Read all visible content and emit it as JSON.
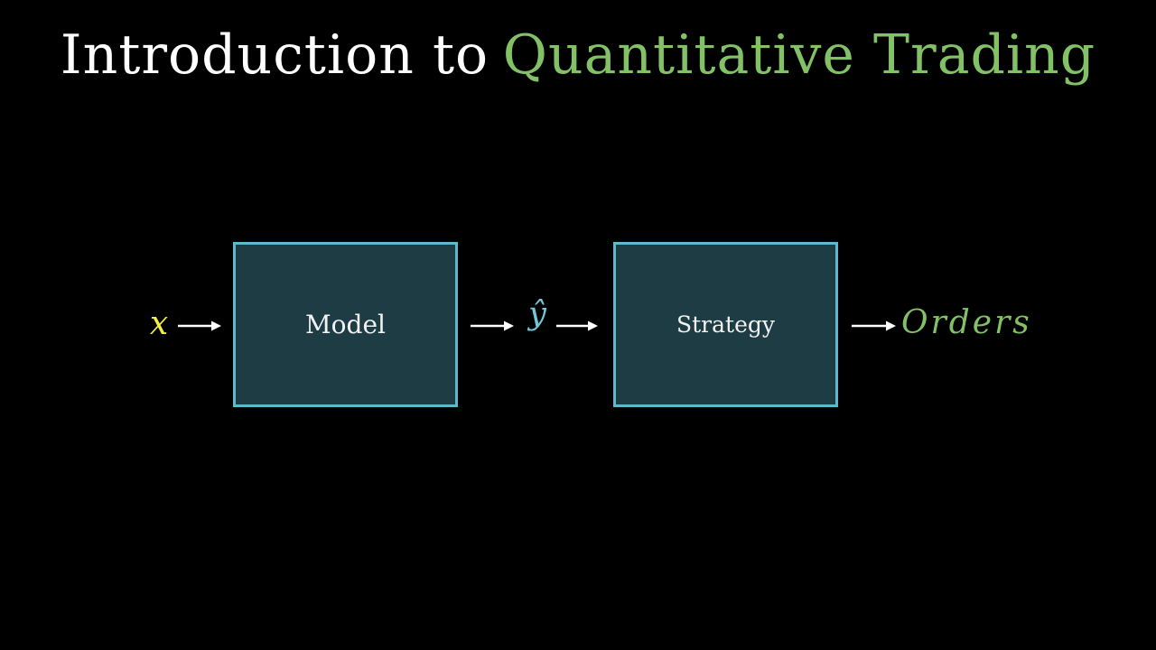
{
  "title": {
    "prefix": "Introduction to",
    "highlight": "Quantitative Trading"
  },
  "diagram": {
    "input_label": "x",
    "model_label": "Model",
    "prediction_label": "ŷ",
    "strategy_label": "Strategy",
    "output_label": "Orders",
    "flow": "x → Model → ŷ → Strategy → Orders"
  },
  "icons": {
    "arrow": "right-arrow"
  },
  "colors": {
    "background": "#000000",
    "title_white": "#ffffff",
    "title_green": "#83c167",
    "input_yellow": "#f3ef45",
    "prediction_teal": "#72c8d8",
    "output_green": "#83c167",
    "box_fill": "#1e3c44",
    "box_border": "#5fb8cc",
    "arrow_white": "#ffffff",
    "box_label_white": "#f2f2f2"
  }
}
